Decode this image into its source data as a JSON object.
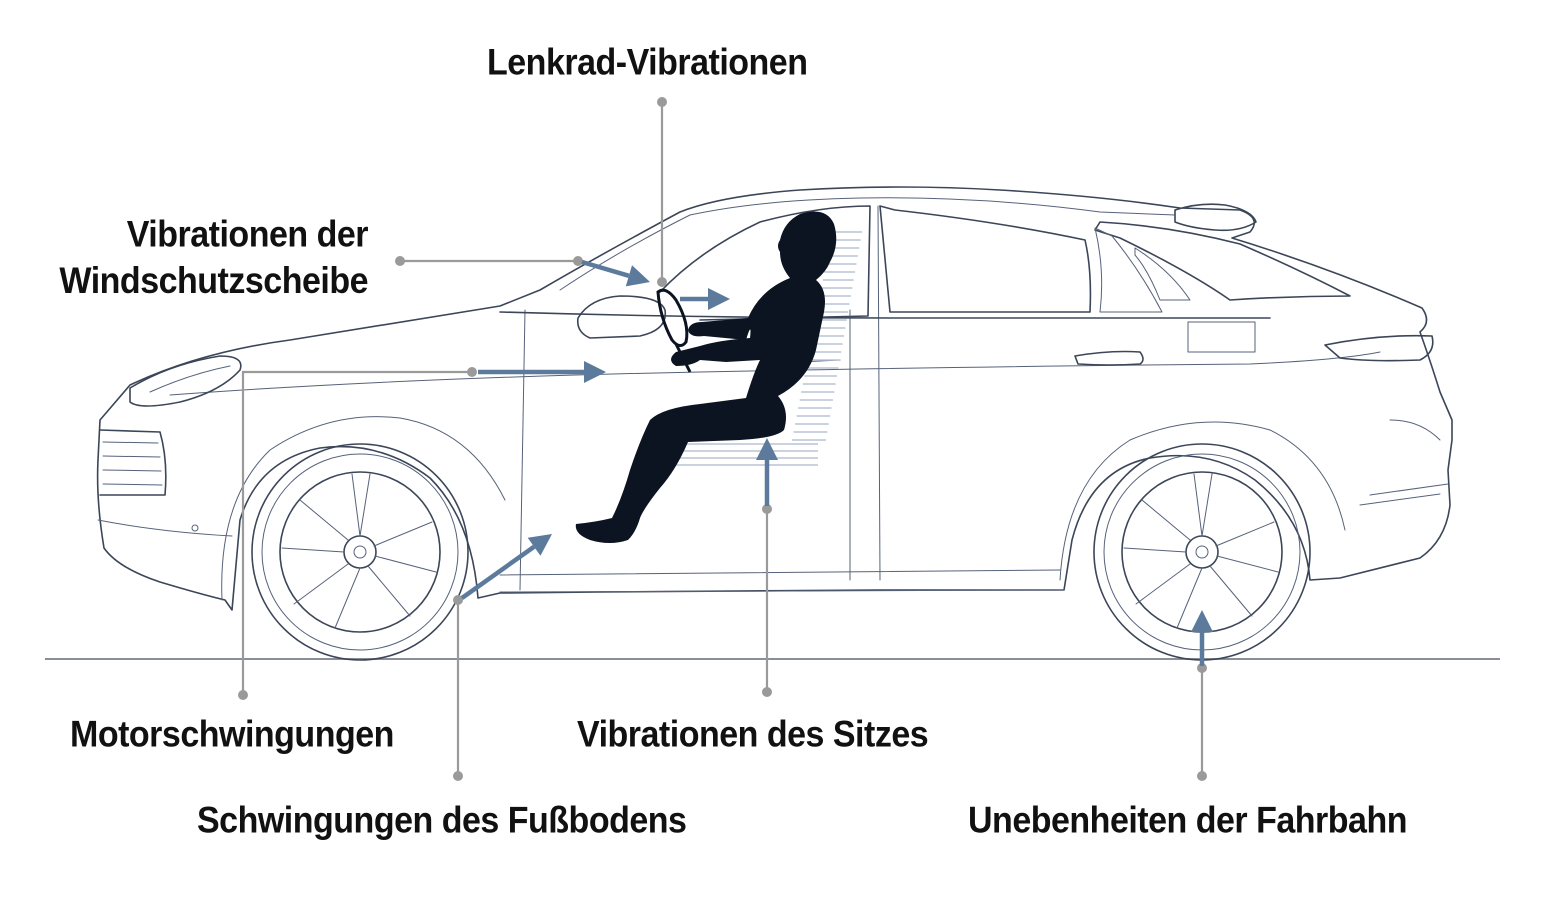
{
  "labels": {
    "steering": "Lenkrad-Vibrationen",
    "windshield_line1": "Vibrationen der",
    "windshield_line2": "Windschutzscheibe",
    "engine": "Motorschwingungen",
    "floor": "Schwingungen des Fußbodens",
    "seat": "Vibrationen des Sitzes",
    "road": "Unebenheiten der Fahrbahn"
  },
  "colors": {
    "arrow": "#5b7a9c",
    "leader": "#9a9a9a",
    "silhouette": "#0c1422",
    "car_outline": "#3b4658",
    "text": "#111111"
  },
  "icons": {
    "car": "suv-coupe-side-view",
    "driver": "seated-driver-silhouette"
  }
}
